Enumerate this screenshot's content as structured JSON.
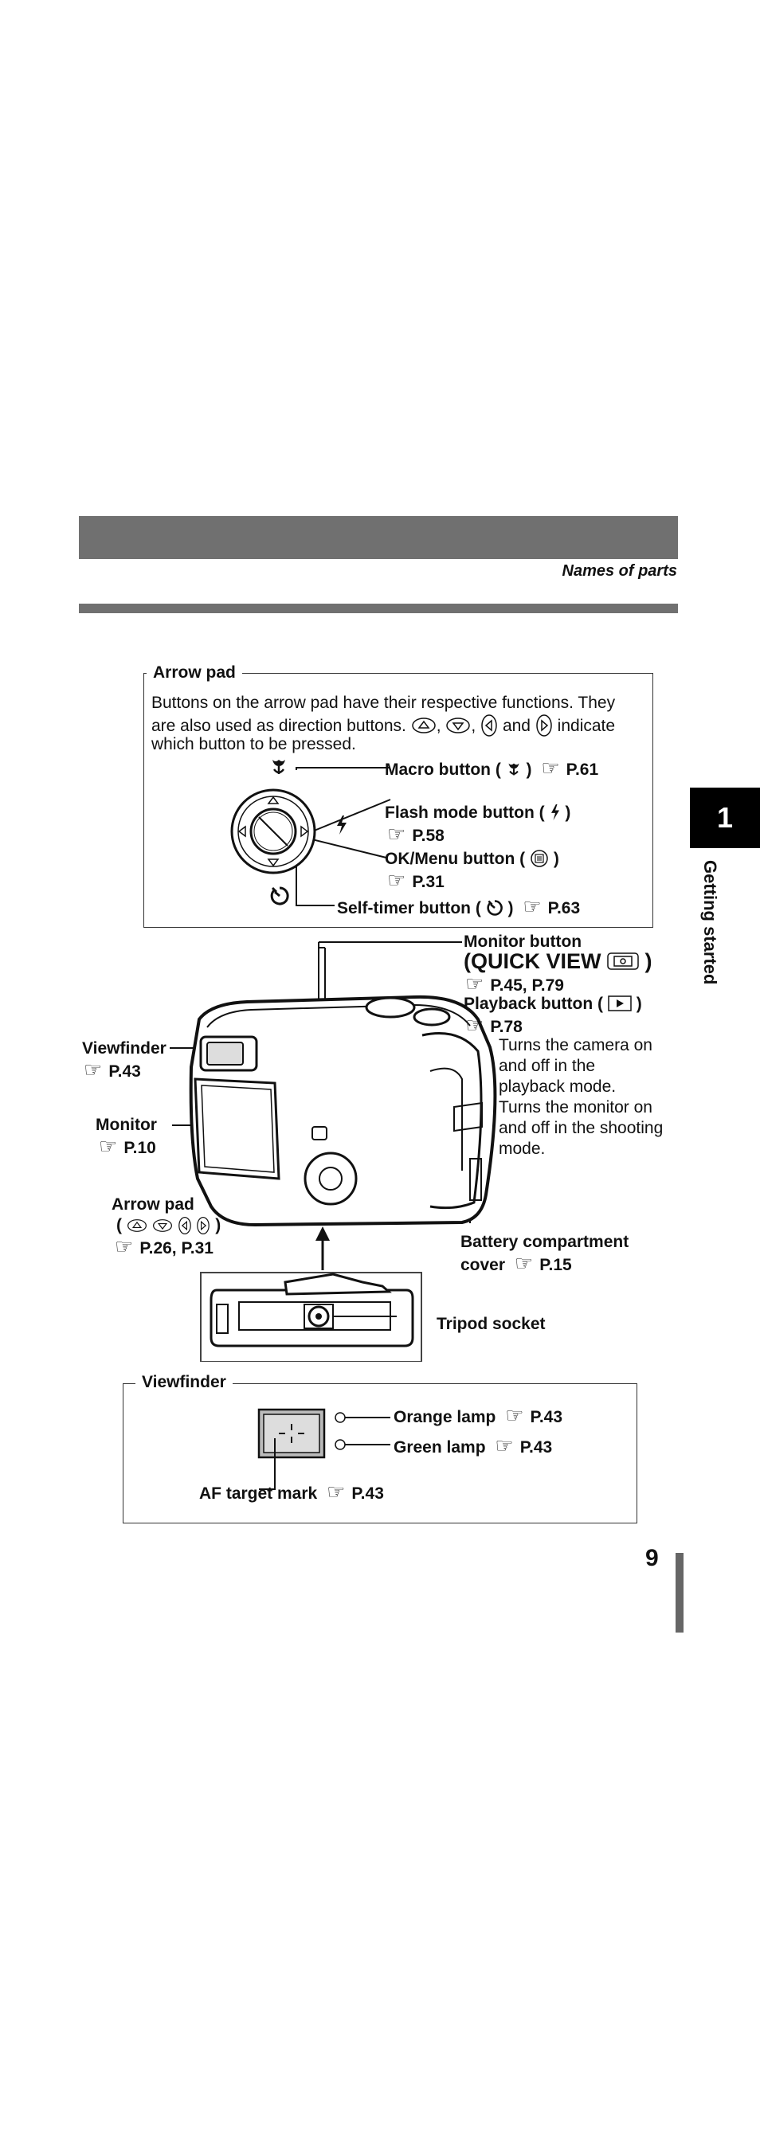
{
  "header": {
    "section_title": "Names of parts"
  },
  "chapter": {
    "number": "1",
    "label": "Getting started"
  },
  "arrow_pad_box": {
    "title": "Arrow pad",
    "desc_line1": "Buttons on the arrow pad have their respective functions. They",
    "desc_line2_a": "are also used as direction buttons.",
    "desc_line2_b": ",",
    "desc_line2_c": ",",
    "desc_line2_d": "and",
    "desc_line2_e": "indicate",
    "desc_line3": "which button to be pressed.",
    "macro_label": "Macro button (",
    "macro_ref": "P.61",
    "flash_label": "Flash mode button (",
    "flash_ref": "P.58",
    "ok_label": "OK/Menu button (",
    "ok_ref": "P.31",
    "selftimer_label": "Self-timer button (",
    "selftimer_ref": "P.63",
    "close_paren": ")"
  },
  "camera": {
    "monitor_button": "Monitor button",
    "quick_view": "(QUICK VIEW",
    "monitor_button_ref": "P.45, P.79",
    "playback_button": "Playback button (",
    "playback_ref": "P.78",
    "desc1": "Turns the camera on",
    "desc2": "and off in the",
    "desc3": "playback mode.",
    "desc4": "Turns the monitor on",
    "desc5": "and off in the shooting",
    "desc6": "mode.",
    "viewfinder": "Viewfinder",
    "viewfinder_ref": "P.43",
    "monitor": "Monitor",
    "monitor_ref": "P.10",
    "arrow_pad": "Arrow pad",
    "arrow_pad_ref": "P.26, P.31",
    "battery1": "Battery compartment",
    "battery2": "cover",
    "battery_ref": "P.15",
    "tripod": "Tripod socket",
    "open_paren": "(",
    "close_paren": ")"
  },
  "viewfinder_box": {
    "title": "Viewfinder",
    "orange": "Orange lamp",
    "orange_ref": "P.43",
    "green": "Green lamp",
    "green_ref": "P.43",
    "af": "AF target mark",
    "af_ref": "P.43"
  },
  "page_number": "9"
}
